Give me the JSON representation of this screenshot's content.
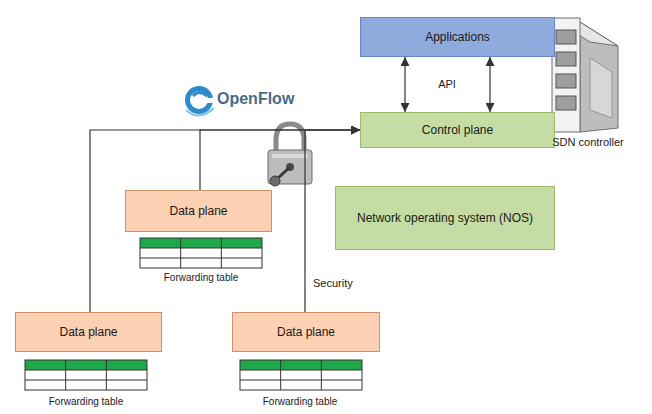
{
  "diagram": {
    "nodes": [
      {
        "text": [
          "Applications"
        ]
      },
      {
        "text": [
          "Control plane"
        ]
      },
      {
        "text": [
          "Network operating system (NOS)"
        ]
      },
      {
        "text": [
          "Data plane"
        ]
      },
      {
        "text": [
          "Data plane"
        ]
      },
      {
        "text": [
          "Data plane"
        ]
      }
    ],
    "edges": [
      {
        "from": 0,
        "to": 1,
        "arrow": "both"
      },
      {
        "from": 0,
        "to": 1,
        "arrow": "both"
      },
      {
        "from": 3,
        "to": 1,
        "arrow": "to"
      },
      {
        "from": 4,
        "to": 1,
        "arrow": "to"
      },
      {
        "from": 5,
        "to": 1,
        "arrow": "to"
      }
    ],
    "labels": [
      "API",
      "OpenFlow",
      "SDN controller",
      "Forwarding table",
      "Forwarding table",
      "Forwarding table",
      "Security"
    ]
  }
}
